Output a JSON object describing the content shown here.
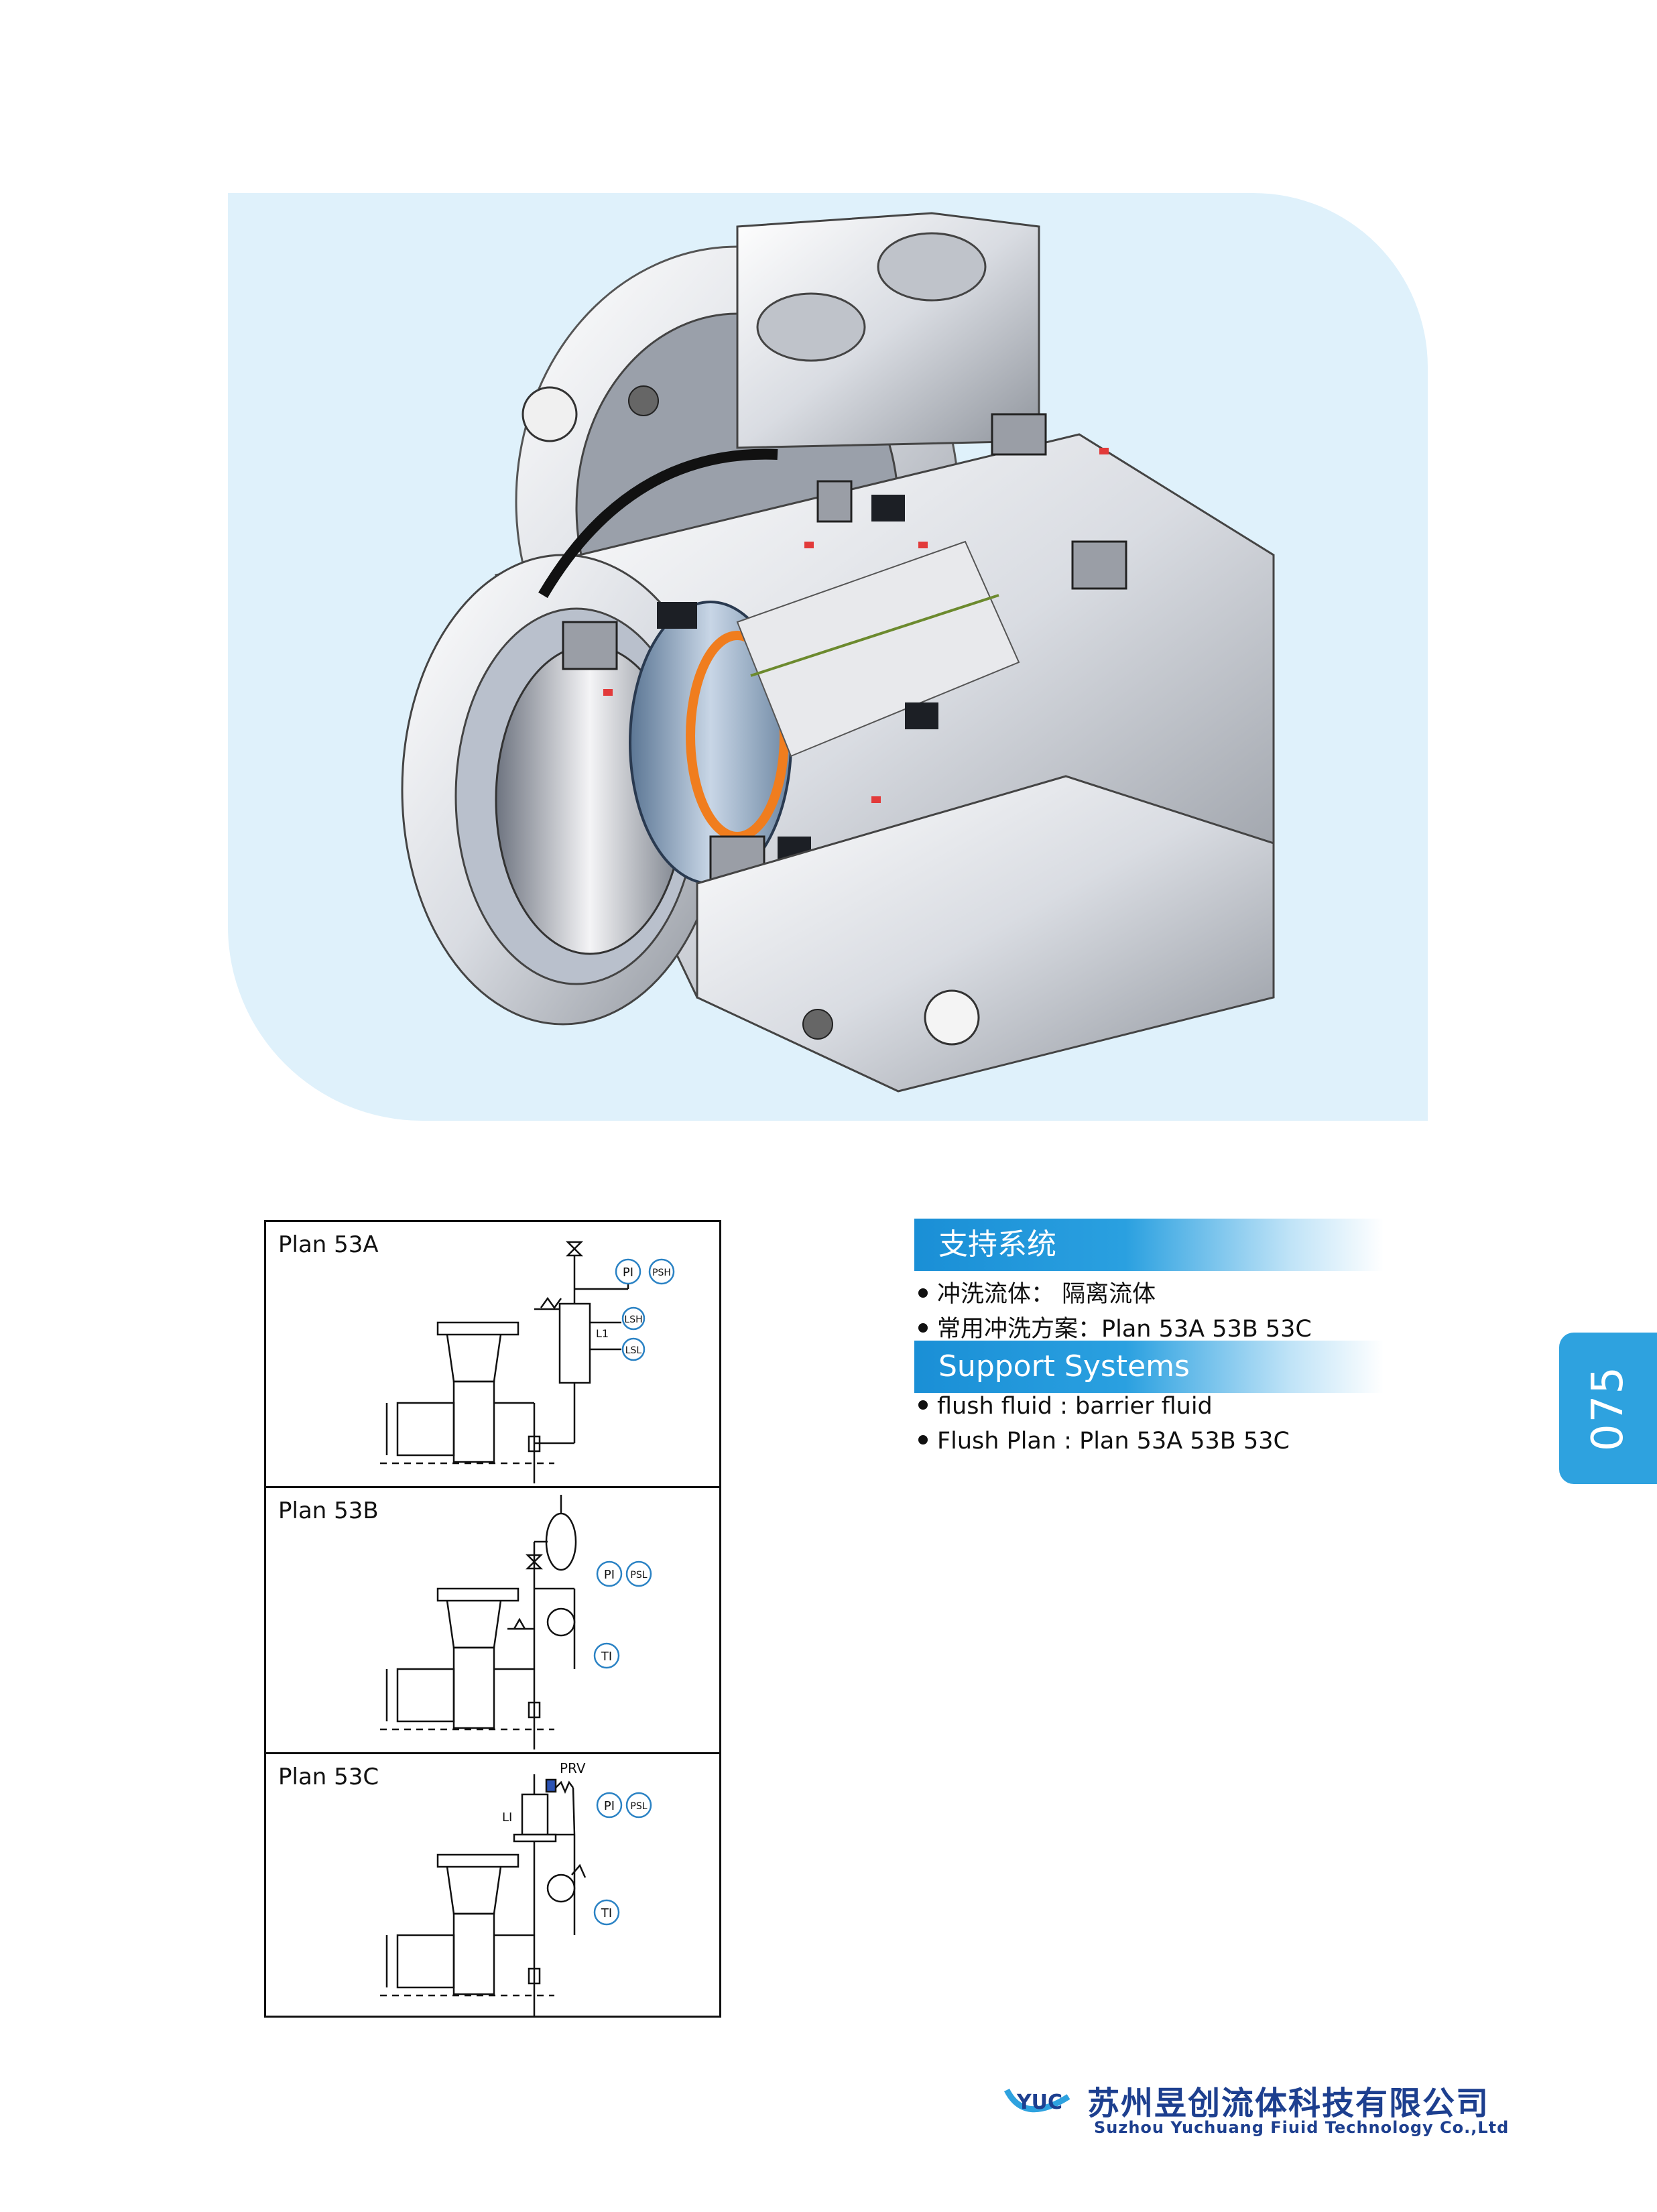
{
  "plans": [
    {
      "title": "Plan 53A",
      "tags": [
        "PI",
        "PSH",
        "LSH",
        "LSL"
      ],
      "side_label": "L1"
    },
    {
      "title": "Plan 53B",
      "tags": [
        "PI",
        "PSL",
        "TI"
      ]
    },
    {
      "title": "Plan 53C",
      "tags": [
        "PI",
        "PSL",
        "TI"
      ],
      "top_label": "PRV",
      "side_label": "LI"
    }
  ],
  "support_cn": {
    "heading": "支持系统",
    "items": [
      "冲洗流体： 隔离流体",
      "常用冲洗方案：Plan 53A 53B 53C"
    ]
  },
  "support_en": {
    "heading": "Support Systems",
    "items": [
      "flush fluid : barrier fluid",
      "Flush Plan : Plan 53A 53B 53C"
    ]
  },
  "page_number": "075",
  "company": {
    "logo_text": "YUC",
    "name_cn": "苏州昱创流体科技有限公司",
    "name_en": "Suzhou Yuchuang Fiuid Technology Co.,Ltd"
  },
  "colors": {
    "accent": "#2ea2df",
    "hero_bg": "#dff1fb",
    "brand": "#1d3f8f"
  }
}
